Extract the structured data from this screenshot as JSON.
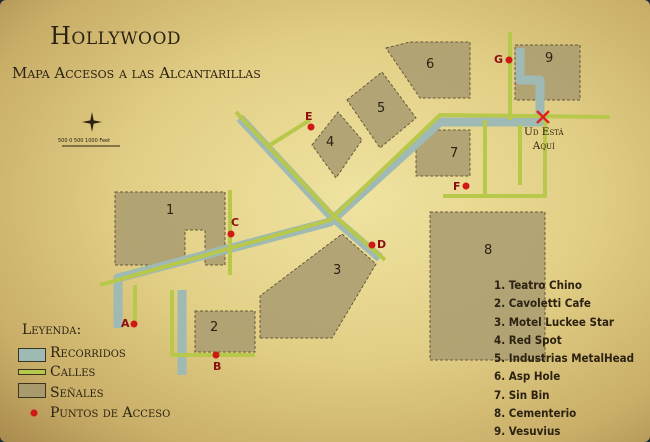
{
  "title": "Hollywood",
  "subtitle": "Mapa Accesos a las Alcantarillas",
  "scale_bar": "500   0   500   1000  Feet",
  "you_are_here": {
    "line1": "Ud Está",
    "line2": "Aquí"
  },
  "legend": {
    "title": "Leyenda:",
    "items": [
      {
        "label": "Recorridos",
        "color": "#9fb9b4"
      },
      {
        "label": "Calles",
        "color": "#b8c84a"
      },
      {
        "label": "Señales",
        "color": "#a89a6c"
      },
      {
        "label": "Puntos de Acceso",
        "color": "#d01818"
      }
    ]
  },
  "locations": [
    "1. Teatro Chino",
    "2. Cavoletti Cafe",
    "3. Motel Luckee Star",
    "4. Red Spot",
    "5. Industrias MetalHead",
    "6. Asp Hole",
    "7. Sin Bin",
    "8. Cementerio",
    "9. Vesuvius"
  ],
  "block_numbers": [
    "1",
    "2",
    "3",
    "4",
    "5",
    "6",
    "7",
    "8",
    "9"
  ],
  "access_points": [
    "A",
    "B",
    "C",
    "D",
    "E",
    "F",
    "G"
  ],
  "colors": {
    "marker": "#d01818",
    "here_marker": "#e02020"
  }
}
